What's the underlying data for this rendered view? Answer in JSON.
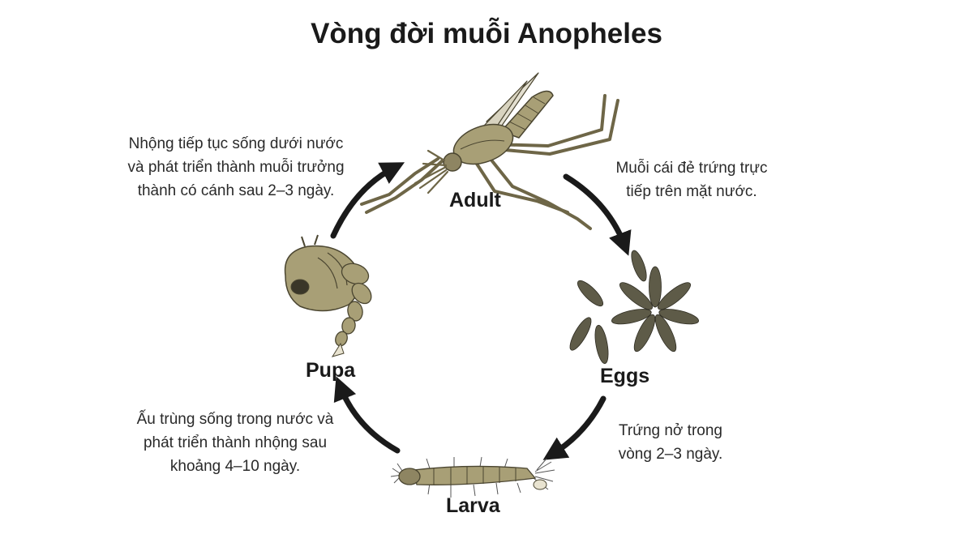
{
  "title": "Vòng đời muỗi Anopheles",
  "stages": {
    "adult": "Adult",
    "eggs": "Eggs",
    "larva": "Larva",
    "pupa": "Pupa"
  },
  "descriptions": {
    "adult_to_eggs": "Muỗi cái đẻ trứng trực tiếp trên mặt nước.",
    "eggs_to_larva": "Trứng nở trong vòng 2–3 ngày.",
    "larva_to_pupa": "Ấu trùng sống trong nước và phát triển thành nhộng sau khoảng 4–10 ngày.",
    "pupa_to_adult": "Nhộng tiếp tục sống dưới nước và phát triển thành muỗi trưởng thành có cánh sau 2–3 ngày."
  },
  "icons": [
    "mosquito-adult-illustration",
    "mosquito-eggs-illustration",
    "mosquito-larva-illustration",
    "mosquito-pupa-illustration"
  ],
  "colors": {
    "insect_fill": "#a89f76",
    "insect_stroke": "#4a4530",
    "egg_fill": "#5e5b48",
    "arrow": "#1a1a1a"
  }
}
